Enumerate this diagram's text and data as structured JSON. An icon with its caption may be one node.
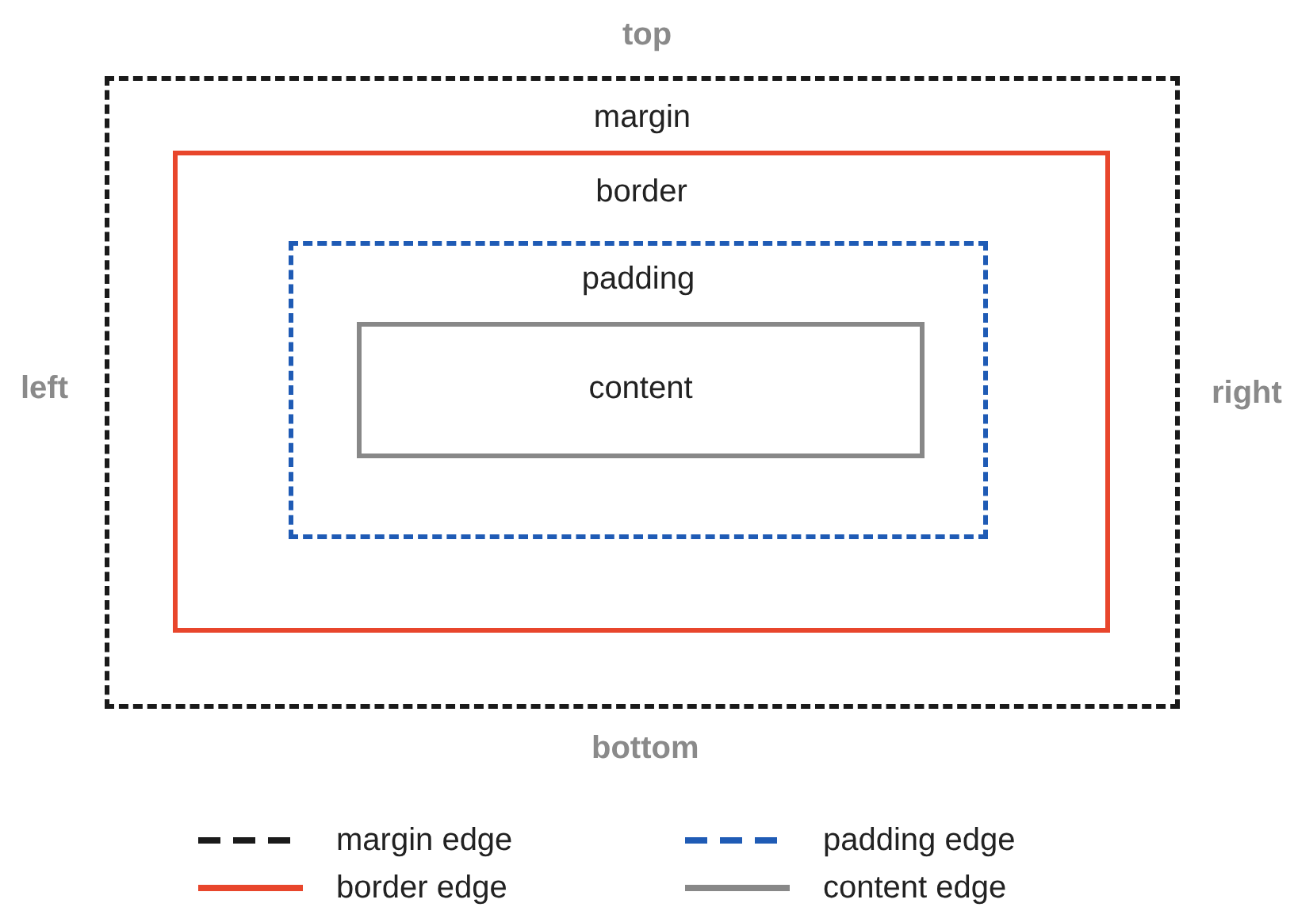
{
  "diagram": {
    "nodes": [
      {
        "text": [
          "margin"
        ]
      },
      {
        "text": [
          "border"
        ],
        "in": 0
      },
      {
        "text": [
          "padding"
        ],
        "in": 1
      },
      {
        "text": [
          "content"
        ],
        "in": 2
      }
    ],
    "labels": [
      "top",
      "left",
      "right",
      "bottom"
    ],
    "legend": [
      {
        "text": "margin edge"
      },
      {
        "text": "padding edge"
      },
      {
        "text": "border edge"
      },
      {
        "text": "content edge"
      }
    ]
  }
}
